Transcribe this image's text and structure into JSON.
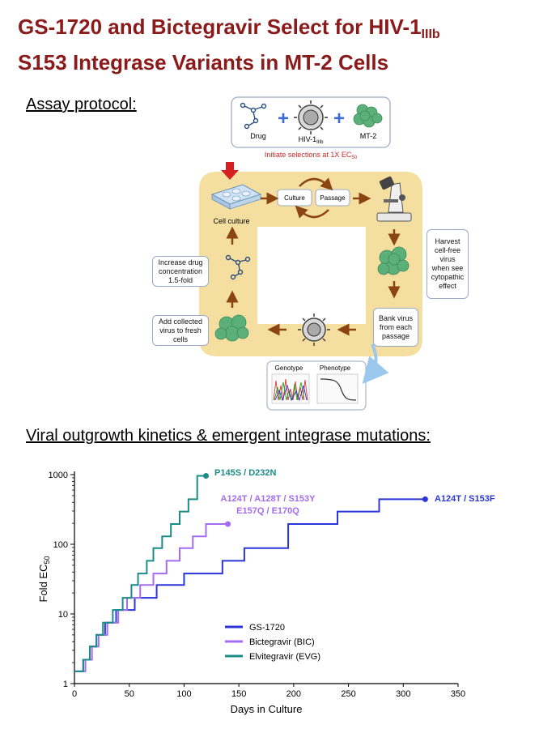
{
  "title": {
    "line1_main": "GS-1720 and Bictegravir Select for HIV-1",
    "line1_sub": "IIIb",
    "line2": "S153 Integrase Variants in MT-2 Cells"
  },
  "assay_section": "Assay protocol:",
  "outgrowth_section": "Viral outgrowth kinetics & emergent integrase mutations:",
  "protocol": {
    "drug_label": "Drug",
    "virus_label_main": "HIV-1",
    "virus_label_sub": "IIIb",
    "cells_label": "MT-2",
    "initiate_main": "Initiate selections at 1X EC",
    "initiate_sub": "50",
    "cell_culture": "Cell culture",
    "culture": "Culture",
    "passage": "Passage",
    "harvest_lines": [
      "Harvest",
      "cell-free",
      "virus",
      "when see",
      "cytopathic",
      "effect"
    ],
    "bank_lines": [
      "Bank virus",
      "from each",
      "passage"
    ],
    "increase_lines": [
      "Increase drug",
      "concentration",
      "1.5-fold"
    ],
    "add_lines": [
      "Add collected",
      "virus to fresh",
      "cells"
    ],
    "genotype": "Genotype",
    "phenotype": "Phenotype",
    "colors": {
      "frame": "#f5dfa0",
      "arrow": "#8b4513",
      "red_arrow": "#d62020",
      "accent_blue": "#3b6bd6",
      "cells": "#5bb07a"
    }
  },
  "chart_data": {
    "type": "line",
    "xlabel": "Days in Culture",
    "ylabel": "Fold EC50",
    "ylabel_main": "Fold EC",
    "ylabel_sub": "50",
    "xlim": [
      0,
      350
    ],
    "ylim": [
      1,
      1000
    ],
    "yscale": "log",
    "xticks": [
      0,
      50,
      100,
      150,
      200,
      250,
      300,
      350
    ],
    "yticks": [
      1,
      10,
      100,
      1000
    ],
    "legend_position": "bottom-center",
    "series": [
      {
        "name": "GS-1720",
        "color": "#2b35d8",
        "x": [
          0,
          8,
          14,
          20,
          28,
          38,
          55,
          75,
          100,
          135,
          155,
          195,
          240,
          278,
          320
        ],
        "y": [
          1.5,
          2.2,
          3.4,
          5,
          7.5,
          11.4,
          17,
          26,
          38,
          58,
          88,
          195,
          295,
          443,
          443
        ],
        "end_label": "A124T / S153F"
      },
      {
        "name": "Bictegravir (BIC)",
        "color": "#a46cf0",
        "x": [
          0,
          10,
          16,
          22,
          30,
          40,
          48,
          60,
          72,
          84,
          96,
          108,
          120,
          140
        ],
        "y": [
          1.5,
          2.2,
          3.4,
          5,
          7.5,
          11.4,
          17,
          26,
          38,
          58,
          88,
          130,
          195,
          195
        ],
        "end_label_lines": [
          "A124T / A128T / S153Y",
          "E157Q / E170Q"
        ]
      },
      {
        "name": "Elvitegravir (EVG)",
        "color": "#1c8c87",
        "x": [
          0,
          8,
          14,
          20,
          26,
          35,
          44,
          52,
          58,
          66,
          72,
          80,
          88,
          96,
          104,
          112,
          120
        ],
        "y": [
          1.5,
          2.2,
          3.4,
          5,
          7.5,
          11.4,
          17,
          26,
          38,
          58,
          88,
          130,
          195,
          295,
          443,
          960,
          960
        ],
        "end_label": "P145S / D232N"
      }
    ]
  }
}
